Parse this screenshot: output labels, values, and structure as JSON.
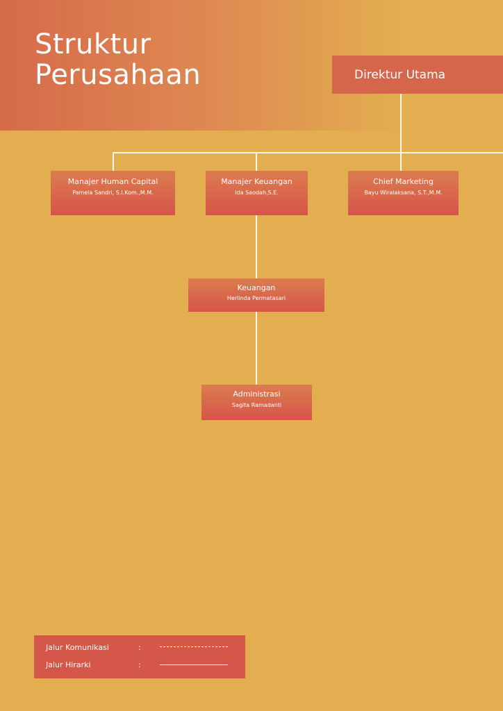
{
  "title": "Struktur\nPerusahaan",
  "direktur": {
    "role": "Direktur Utama"
  },
  "managers": [
    {
      "role": "Manajer Human Capital",
      "person": "Pamela Sandri, S.I.Kom.,M.M."
    },
    {
      "role": "Manajer Keuangan",
      "person": "Ida Saodah,S.E."
    },
    {
      "role": "Chief Marketing",
      "person": "Bayu Wiralaksana, S.T.,M.M."
    }
  ],
  "keuangan": {
    "role": "Keuangan",
    "person": "Herlinda Permatasari"
  },
  "administrasi": {
    "role": "Administrasi",
    "person": "Sagita Ramadanti"
  },
  "legend": {
    "communication": "Jalur Komunikasi",
    "hierarchy": "Jalur Hirarki",
    "separator": ":"
  },
  "colors": {
    "background": "#e3ae4f",
    "node": "#d5554a",
    "line": "#fff8ea"
  }
}
